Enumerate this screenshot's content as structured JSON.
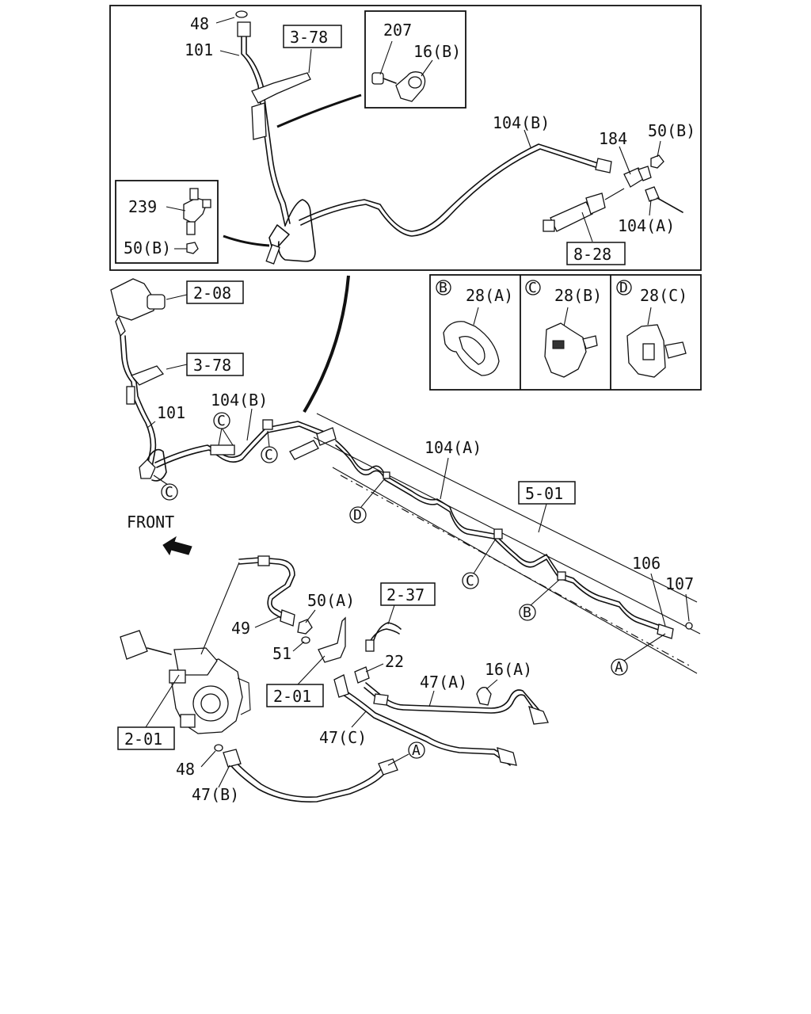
{
  "labels": {
    "top_48": "48",
    "top_101": "101",
    "top_ref_3_78": "3-78",
    "top_207": "207",
    "top_16b": "16(B)",
    "top_104b": "104(B)",
    "top_184": "184",
    "top_50b": "50(B)",
    "top_239": "239",
    "top_50b_inset": "50(B)",
    "top_104a": "104(A)",
    "top_ref_8_28": "8-28",
    "clip_b_letter": "B",
    "clip_b_label": "28(A)",
    "clip_c_letter": "C",
    "clip_c_label": "28(B)",
    "clip_d_letter": "D",
    "clip_d_label": "28(C)",
    "ref_2_08": "2-08",
    "ref_3_78": "3-78",
    "lbl_101": "101",
    "lbl_104b": "104(B)",
    "lbl_104a": "104(A)",
    "ref_5_01": "5-01",
    "lbl_106": "106",
    "lbl_107": "107",
    "front": "FRONT",
    "ref_2_37": "2-37",
    "lbl_49": "49",
    "lbl_50a": "50(A)",
    "lbl_51": "51",
    "lbl_22": "22",
    "lbl_47a": "47(A)",
    "lbl_16a": "16(A)",
    "ref_2_01_mid": "2-01",
    "ref_2_01_left": "2-01",
    "lbl_47c": "47(C)",
    "lbl_48": "48",
    "lbl_47b": "47(B)",
    "circ_c": "C",
    "circ_d": "D",
    "circ_b": "B",
    "circ_a": "A"
  },
  "colors": {
    "line": "#111111",
    "background": "#ffffff"
  }
}
